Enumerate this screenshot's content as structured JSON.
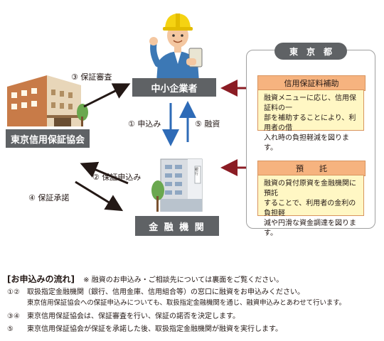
{
  "nodes": {
    "sme": "中小企業者",
    "guarantee_assoc": "東京信用保証協会",
    "bank": "金 融 機 関",
    "tokyo": "東　京　都"
  },
  "arrows": {
    "review": "③ 保証審査",
    "apply": "① 申込み",
    "loan": "⑤ 融資",
    "guarantee_apply": "② 保証申込み",
    "guarantee_approve": "④ 保証承諾"
  },
  "cards": [
    {
      "title": "信用保証料補助",
      "lines": [
        "融資メニューに応じ、信用保証料の一",
        "部を補助することにより、利用者の借",
        "入れ時の負担軽減を図ります。"
      ]
    },
    {
      "title": "預　　託",
      "lines": [
        "融資の貸付原資を金融機関に預託",
        "することで、利用者の金利の負担軽",
        "減や円滑な資金調達を図ります。"
      ]
    }
  ],
  "bank_sign": "銀行",
  "flow": {
    "title": "[お申込みの流れ]",
    "note": "※ 融資のお申込み・ご相談先については裏面をご覧ください。",
    "steps": [
      {
        "num": "①②",
        "lines": [
          "取扱指定金融機関（銀行、信用金庫、信用組合等）の窓口に融資をお申込みください。",
          "東京信用保証協会への保証申込みについても、取扱指定金融機関を通じ、融資申込みとあわせて行います。"
        ]
      },
      {
        "num": "③④",
        "lines": [
          "東京信用保証協会は、保証審査を行い、保証の諾否を決定します。"
        ]
      },
      {
        "num": "⑤",
        "lines": [
          "東京信用保証協会が保証を承諾した後、取扱指定金融機関が融資を実行します。"
        ]
      }
    ]
  },
  "colors": {
    "node_bg": "#5f6265",
    "arrow_black": "#231815",
    "arrow_blue": "#2e6bb7",
    "arrow_red": "#8b1c24",
    "card_head": "#f6b37f",
    "card_body": "#fff7c4"
  }
}
